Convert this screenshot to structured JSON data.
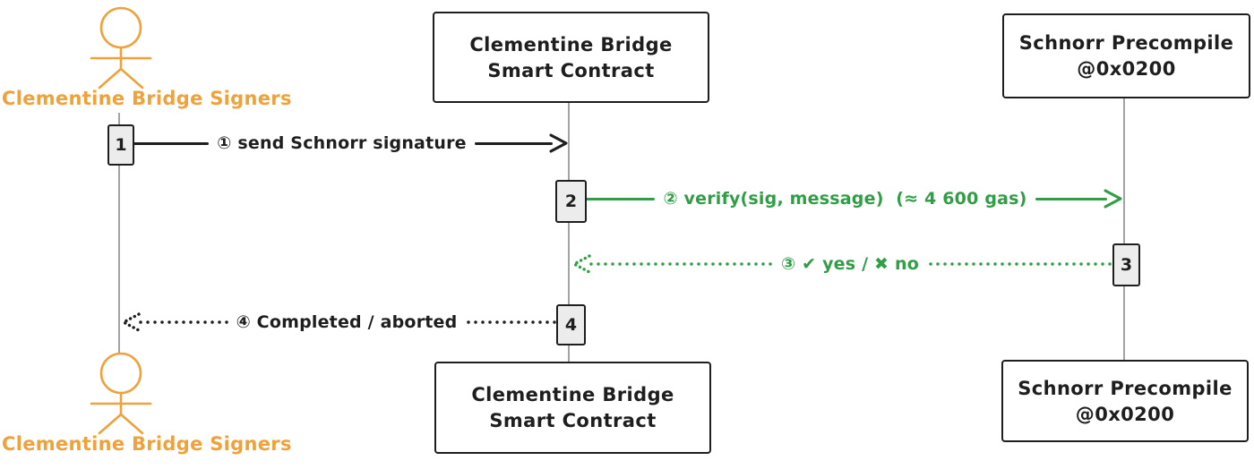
{
  "colors": {
    "ink": "#1e1e1e",
    "green": "#2f9e44",
    "orange": "#efa23b",
    "lifeline": "#a3a3a3",
    "activation-fill": "#ececec",
    "bg": "#ffffff"
  },
  "actors": {
    "top": {
      "label": "Clementine Bridge Signers"
    },
    "bottom": {
      "label": "Clementine Bridge Signers"
    }
  },
  "participants": {
    "contract": {
      "line1": "Clementine Bridge",
      "line2": "Smart Contract"
    },
    "precompile": {
      "line1": "Schnorr Precompile",
      "line2": "@0x0200"
    }
  },
  "activations": {
    "a1": "1",
    "a2": "2",
    "a3": "3",
    "a4": "4"
  },
  "messages": {
    "m1": {
      "label": "① send Schnorr signature",
      "style": "solid",
      "color": "#1e1e1e",
      "from": "signers",
      "to": "contract"
    },
    "m2": {
      "label": "② verify(sig, message)  (≈ 4 600 gas)",
      "style": "solid",
      "color": "#2f9e44",
      "from": "contract",
      "to": "precompile"
    },
    "m3": {
      "label": "③ ✔ yes / ✖ no",
      "style": "dotted",
      "color": "#2f9e44",
      "from": "precompile",
      "to": "contract"
    },
    "m4": {
      "label": "④ Completed / aborted",
      "style": "dotted",
      "color": "#1e1e1e",
      "from": "contract",
      "to": "signers"
    }
  }
}
